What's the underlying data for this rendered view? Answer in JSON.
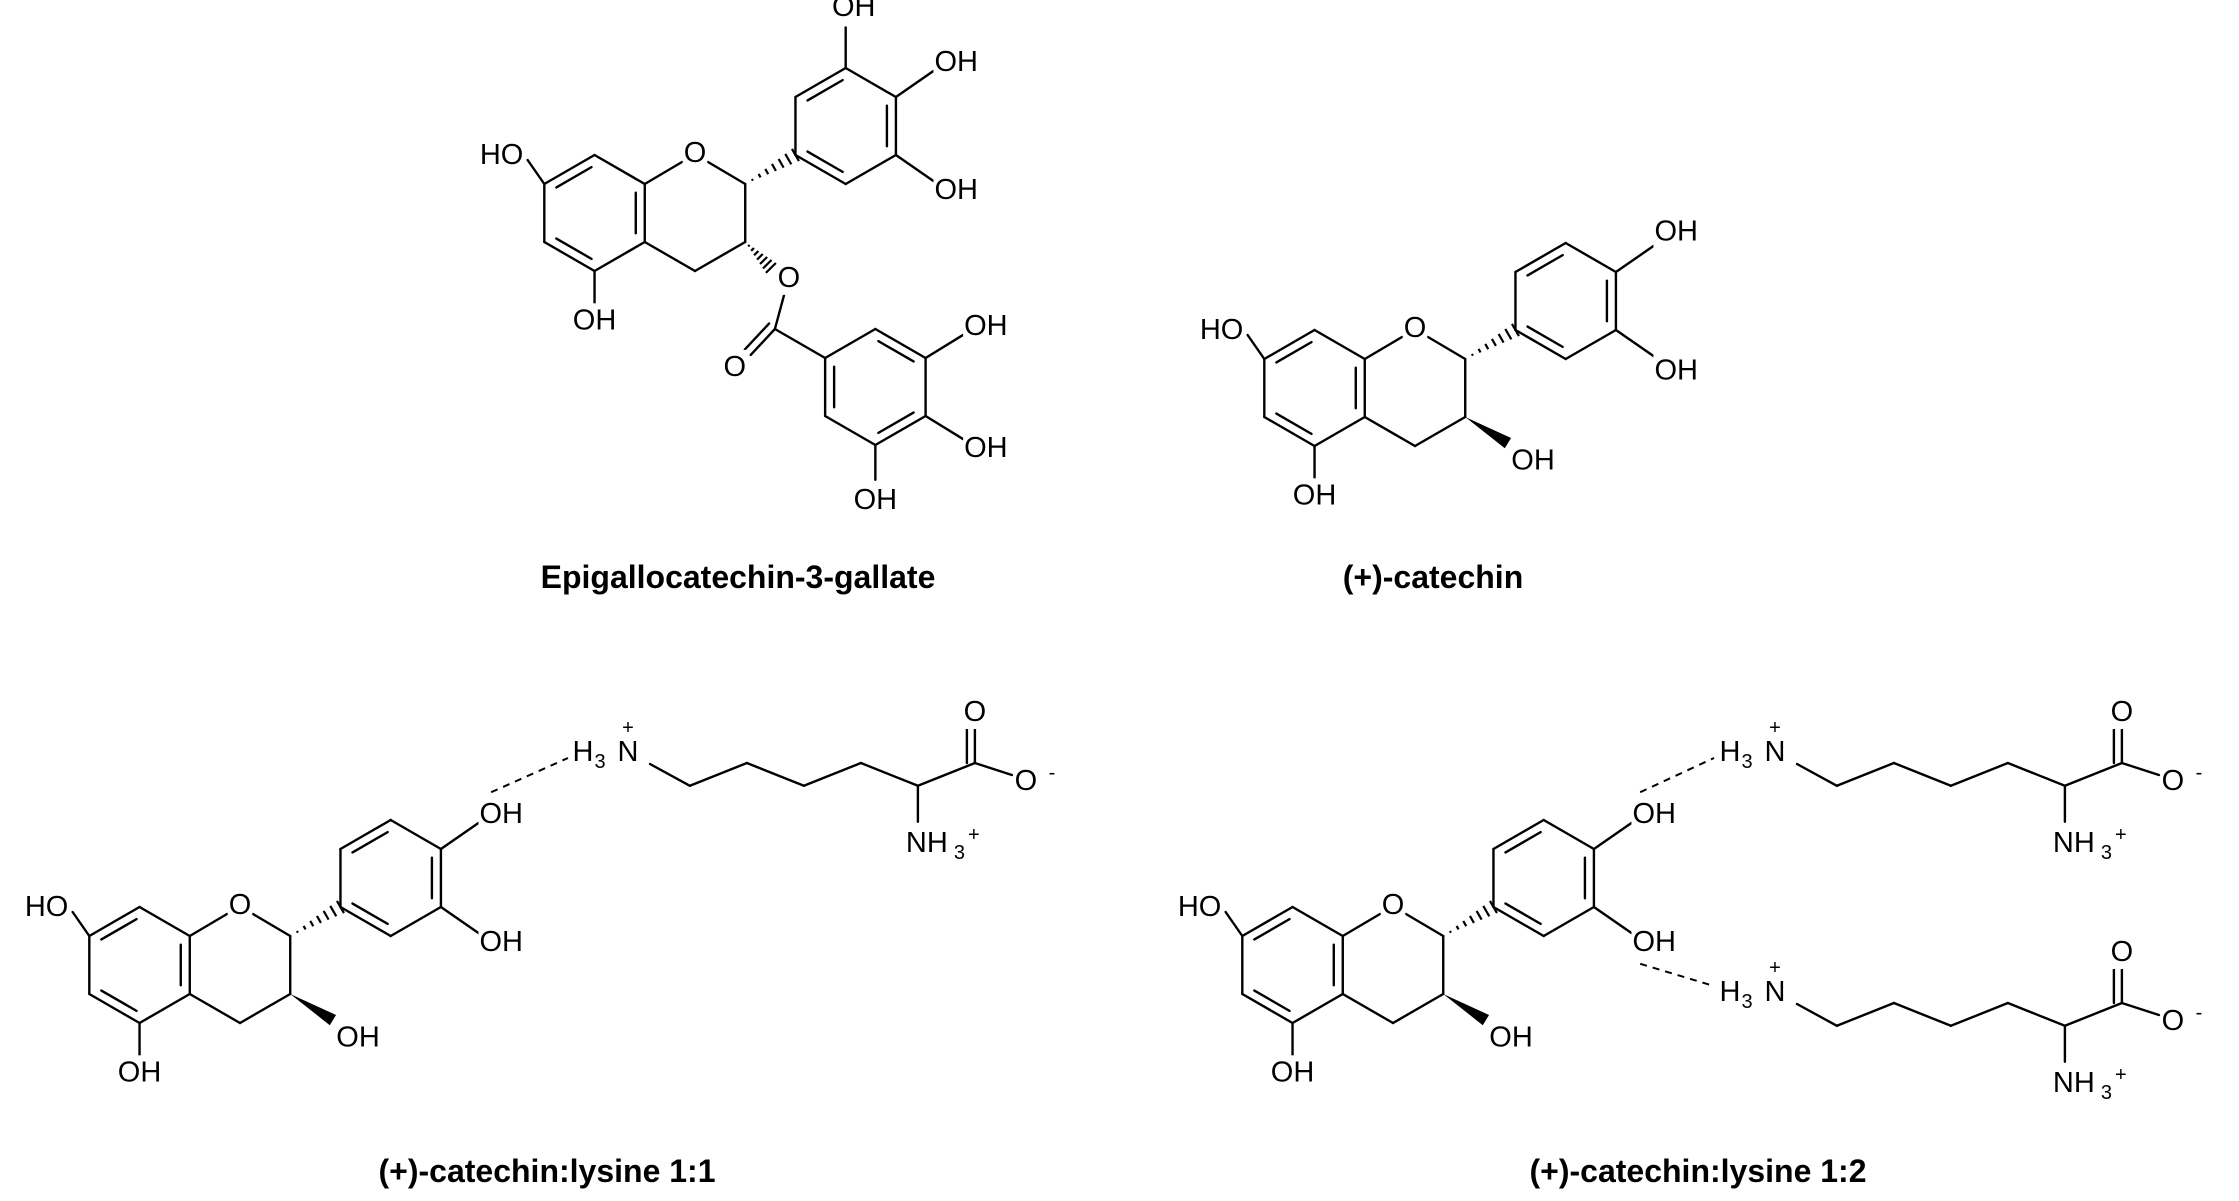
{
  "captions": {
    "egcg": "Epigallocatechin-3-gallate",
    "catechin": "(+)-catechin",
    "complex_1_1": "(+)-catechin:lysine 1:1",
    "complex_1_2": "(+)-catechin:lysine 1:2"
  },
  "atoms": {
    "oh": "OH",
    "ho": "HO",
    "o": "O",
    "o_minus": "O",
    "minus": "-",
    "h3n_h": "H",
    "h3n_3": "3",
    "h3n_n": "N",
    "plus": "+",
    "nh3_nh": "NH",
    "nh3_3": "3"
  }
}
